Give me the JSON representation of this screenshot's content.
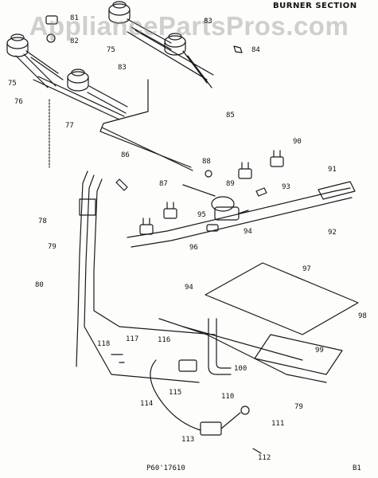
{
  "diagram": {
    "section_title": "BURNER SECTION",
    "watermark": "AppliancePartsPros.com",
    "drawing_number": "P60'17610",
    "sheet_number": "B1",
    "callouts": {
      "c81": "81",
      "c82": "82",
      "c83a": "83",
      "c83b": "83",
      "c84": "84",
      "c75a": "75",
      "c75b": "75",
      "c76": "76",
      "c77": "77",
      "c85": "85",
      "c86": "86",
      "c87": "87",
      "c88": "88",
      "c89": "89",
      "c90": "90",
      "c91": "91",
      "c92": "92",
      "c93": "93",
      "c94a": "94",
      "c94b": "94",
      "c95": "95",
      "c96": "96",
      "c97": "97",
      "c98": "98",
      "c99": "99",
      "c100": "100",
      "c110": "110",
      "c111": "111",
      "c112": "112",
      "c113": "113",
      "c114": "114",
      "c115": "115",
      "c116": "116",
      "c117": "117",
      "c118": "118",
      "c78": "78",
      "c79a": "79",
      "c79b": "79",
      "c80": "80"
    }
  }
}
